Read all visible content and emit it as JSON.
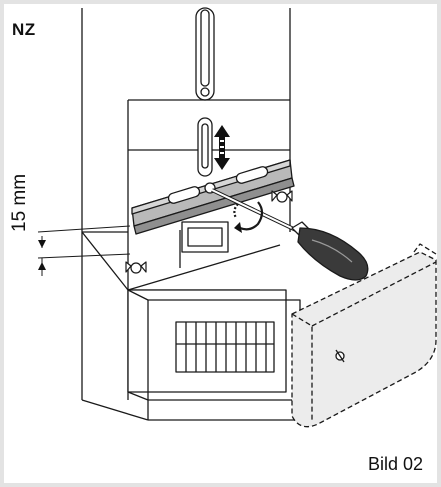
{
  "figure": {
    "corner_label": "NZ",
    "caption": "Bild 02",
    "dimension_label": "15 mm"
  },
  "colors": {
    "frame": "#e3e3e3",
    "panel": "#ffffff",
    "line": "#1a1a1a",
    "rail": "#b9b9b9",
    "cover": "#ececec",
    "handle": "#3a3a3a"
  },
  "icons": [
    "screwdriver-icon",
    "wing-screw-icon",
    "rotate-arrow-icon",
    "double-arrow-icon"
  ]
}
